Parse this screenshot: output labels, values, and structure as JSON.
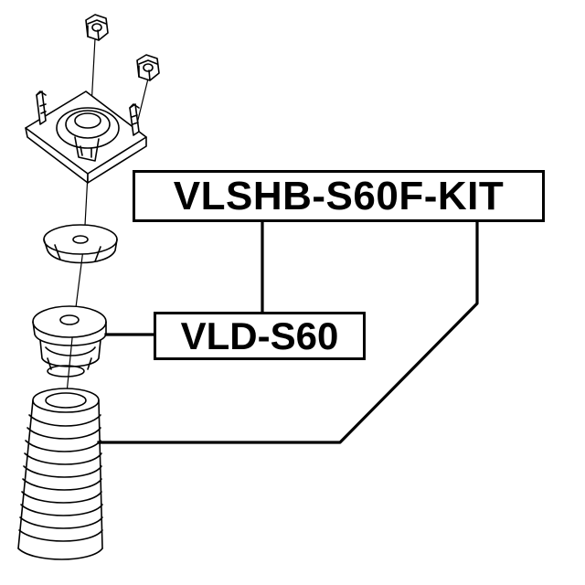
{
  "labels": {
    "kit_part_number": "VLSHB-S60F-KIT",
    "mount_part_number": "VLD-S60"
  },
  "parts": [
    {
      "name": "mount-nut-top",
      "kind": "nut"
    },
    {
      "name": "mount-nut-side",
      "kind": "nut"
    },
    {
      "name": "strut-mount",
      "kind": "top mount with studs"
    },
    {
      "name": "bearing-washer",
      "kind": "washer"
    },
    {
      "name": "bump-stop-mount",
      "kind": "strut bearing / stop"
    },
    {
      "name": "dust-boot",
      "kind": "bellows"
    }
  ],
  "colors": {
    "ink": "#000000",
    "paper": "#ffffff"
  }
}
